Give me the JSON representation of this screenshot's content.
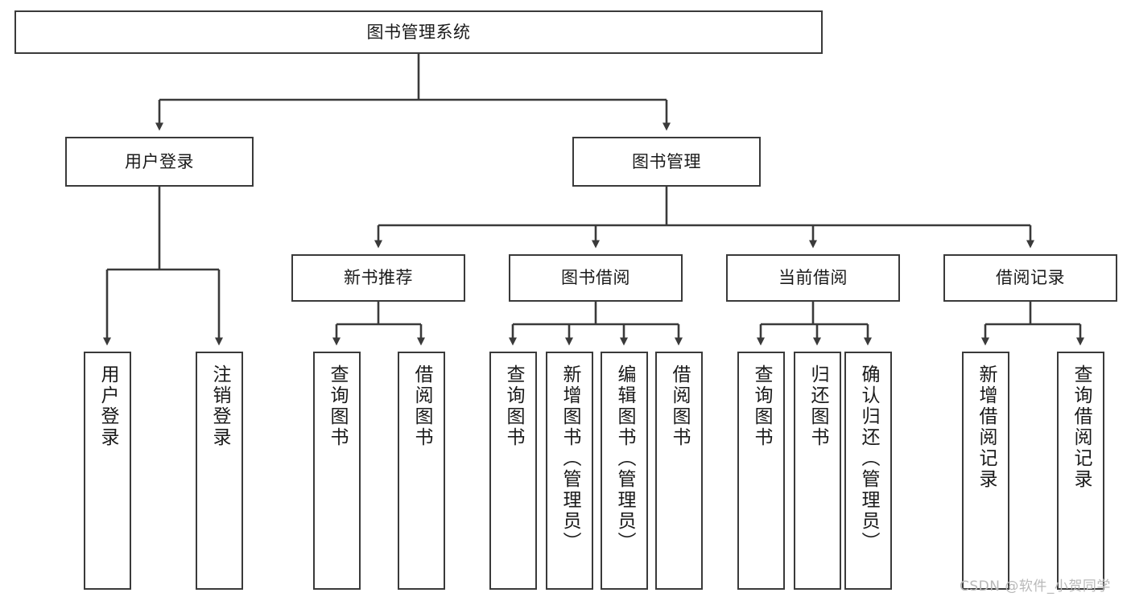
{
  "diagram": {
    "title": "图书管理系统",
    "type": "tree-hierarchy",
    "root": {
      "id": "root",
      "label": "图书管理系统"
    },
    "level2": [
      {
        "id": "user-login",
        "label": "用户登录"
      },
      {
        "id": "book-management",
        "label": "图书管理"
      }
    ],
    "level3": [
      {
        "id": "new-book-recommend",
        "label": "新书推荐",
        "parent": "book-management"
      },
      {
        "id": "book-borrow",
        "label": "图书借阅",
        "parent": "book-management"
      },
      {
        "id": "current-borrow",
        "label": "当前借阅",
        "parent": "book-management"
      },
      {
        "id": "borrow-record",
        "label": "借阅记录",
        "parent": "book-management"
      }
    ],
    "leaves": [
      {
        "id": "leaf-user-login",
        "label": "用户登录",
        "parent": "user-login"
      },
      {
        "id": "leaf-logout-login",
        "label": "注销登录",
        "parent": "user-login"
      },
      {
        "id": "leaf-query-book-1",
        "label": "查询图书",
        "parent": "new-book-recommend"
      },
      {
        "id": "leaf-borrow-book-1",
        "label": "借阅图书",
        "parent": "new-book-recommend"
      },
      {
        "id": "leaf-query-book-2",
        "label": "查询图书",
        "parent": "book-borrow"
      },
      {
        "id": "leaf-add-book",
        "label": "新增图书（管理员）",
        "parent": "book-borrow"
      },
      {
        "id": "leaf-edit-book",
        "label": "编辑图书（管理员）",
        "parent": "book-borrow"
      },
      {
        "id": "leaf-borrow-book-2",
        "label": "借阅图书",
        "parent": "book-borrow"
      },
      {
        "id": "leaf-query-book-3",
        "label": "查询图书",
        "parent": "current-borrow"
      },
      {
        "id": "leaf-return-book",
        "label": "归还图书",
        "parent": "current-borrow"
      },
      {
        "id": "leaf-confirm-return",
        "label": "确认归还（管理员）",
        "parent": "current-borrow"
      },
      {
        "id": "leaf-add-record",
        "label": "新增借阅记录",
        "parent": "borrow-record"
      },
      {
        "id": "leaf-query-record",
        "label": "查询借阅记录",
        "parent": "borrow-record"
      }
    ],
    "colors": {
      "stroke": "#3a3a3a",
      "fill": "#ffffff",
      "text": "#1a1a1a",
      "watermark": "#b9b9b9"
    }
  },
  "watermark": {
    "text": "CSDN @软件_小贺同学"
  }
}
